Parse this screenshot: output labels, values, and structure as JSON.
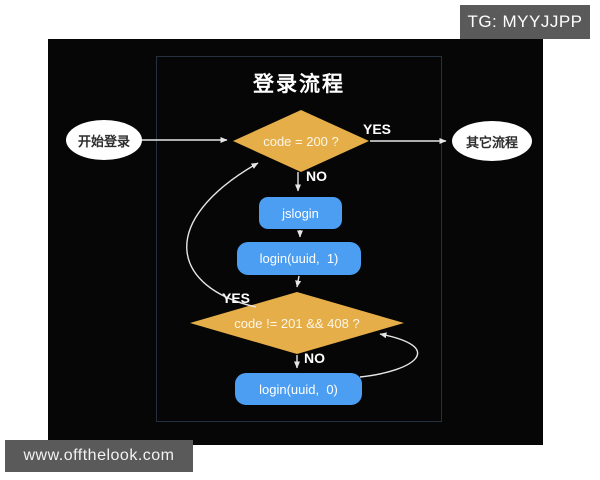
{
  "badge": {
    "text": "TG: MYYJJPP"
  },
  "watermark": {
    "text": "www.offthelook.com"
  },
  "diagram": {
    "title": "登录流程",
    "nodes": {
      "start": {
        "label": "开始登录",
        "type": "terminator"
      },
      "decision1": {
        "label": "code = 200 ?",
        "type": "decision"
      },
      "other": {
        "label": "其它流程",
        "type": "terminator"
      },
      "jslogin": {
        "label": "jslogin",
        "type": "process"
      },
      "login1": {
        "label": "login(uuid,  1)",
        "type": "process"
      },
      "decision2": {
        "label": "code != 201 && 408 ?",
        "type": "decision"
      },
      "login0": {
        "label": "login(uuid,  0)",
        "type": "process"
      }
    },
    "edge_labels": {
      "yes1": "YES",
      "no1": "NO",
      "yes2": "YES",
      "no2": "NO"
    },
    "colors": {
      "decision_fill": "#e5ae49",
      "process_fill": "#4b9ef2",
      "terminator_fill": "#ffffff",
      "canvas_bg": "#060606",
      "arrow": "#e6e6e6",
      "badge_bg": "#5a5a5a"
    }
  }
}
